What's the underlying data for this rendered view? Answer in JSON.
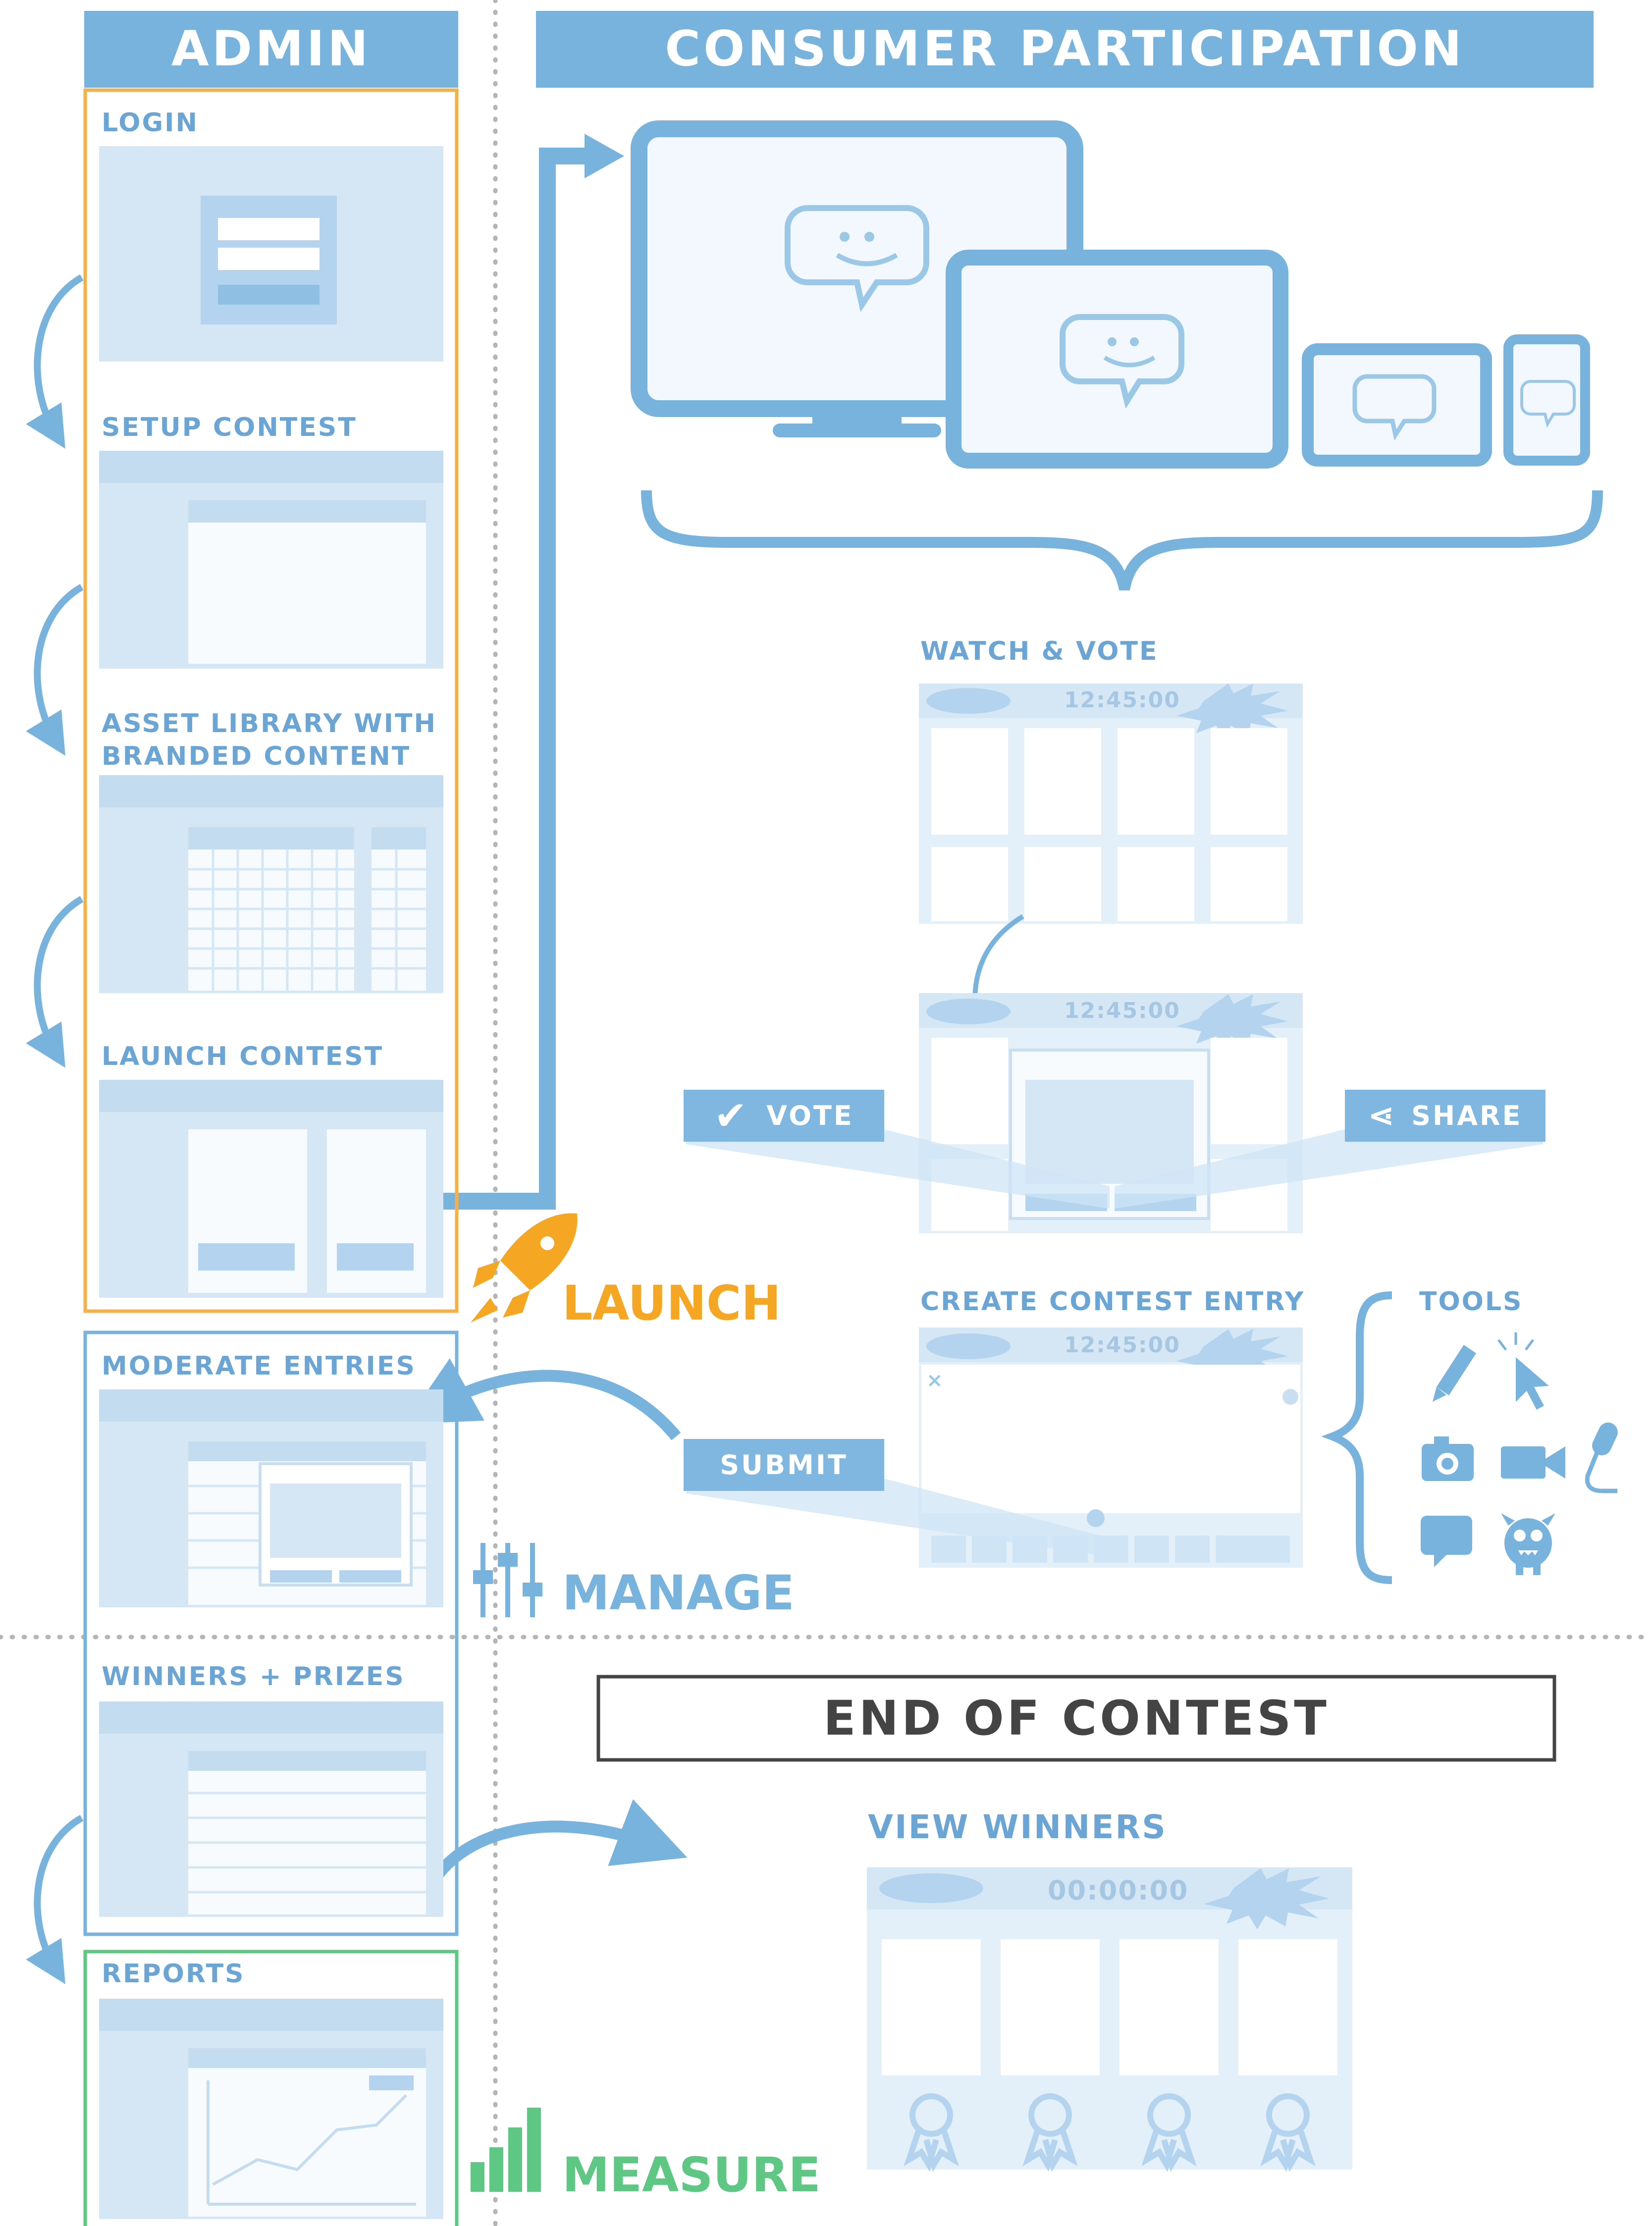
{
  "headers": {
    "admin": "ADMIN",
    "consumer": "CONSUMER PARTICIPATION"
  },
  "admin_steps": {
    "login": "LOGIN",
    "setup": "SETUP CONTEST",
    "asset_library": "ASSET LIBRARY WITH BRANDED CONTENT",
    "launch_contest": "LAUNCH CONTEST",
    "moderate": "MODERATE ENTRIES",
    "winners": "WINNERS + PRIZES",
    "reports": "REPORTS"
  },
  "stages": {
    "launch": "LAUNCH",
    "manage": "MANAGE",
    "measure": "MEASURE"
  },
  "consumer": {
    "watch_vote": "WATCH & VOTE",
    "create_entry": "CREATE CONTEST ENTRY",
    "tools": "TOOLS",
    "end_of_contest": "END OF CONTEST",
    "view_winners": "VIEW WINNERS"
  },
  "buttons": {
    "vote": "VOTE",
    "share": "SHARE",
    "submit": "SUBMIT"
  },
  "timers": {
    "watch": "12:45:00",
    "vote": "12:45:00",
    "create": "12:45:00",
    "winners": "00:00:00"
  },
  "colors": {
    "blue": "#78b3dd",
    "light_blue": "#d5e7f5",
    "orange": "#f5a623",
    "green": "#5fc784",
    "dark": "#444444"
  },
  "icons": [
    "check-icon",
    "share-icon",
    "pencil-icon",
    "cursor-icon",
    "camera-icon",
    "video-icon",
    "microphone-icon",
    "speech-bubble-icon",
    "monster-icon",
    "rocket-icon",
    "equalizer-icon",
    "bar-chart-icon",
    "award-icon"
  ]
}
